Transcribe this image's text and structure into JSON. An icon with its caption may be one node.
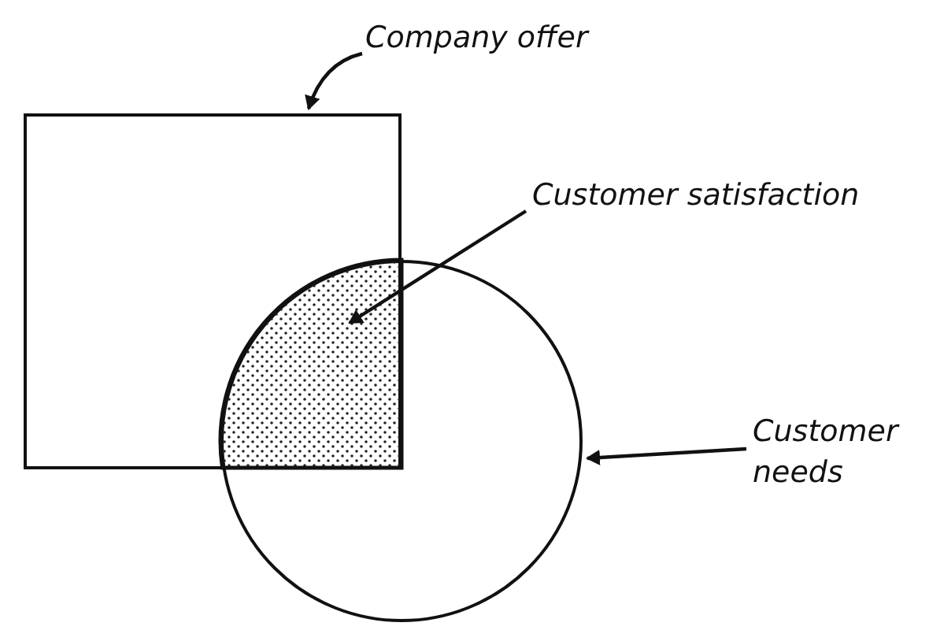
{
  "diagram": {
    "nodes": [
      {
        "text": [
          "Company offer"
        ]
      },
      {
        "text": [],
        "shape": "box"
      },
      {
        "text": [
          "Customer satisfaction"
        ]
      },
      {
        "text": [],
        "shape": "circle"
      },
      {
        "text": [
          "Customer needs"
        ]
      },
      {
        "text": [],
        "shape": "sector"
      }
    ],
    "edges": [
      {
        "from": 0,
        "to": 1,
        "arrow": "to"
      },
      {
        "from": 2,
        "to": 5,
        "arrow": "to"
      },
      {
        "from": 4,
        "to": 3,
        "arrow": "to"
      }
    ]
  }
}
